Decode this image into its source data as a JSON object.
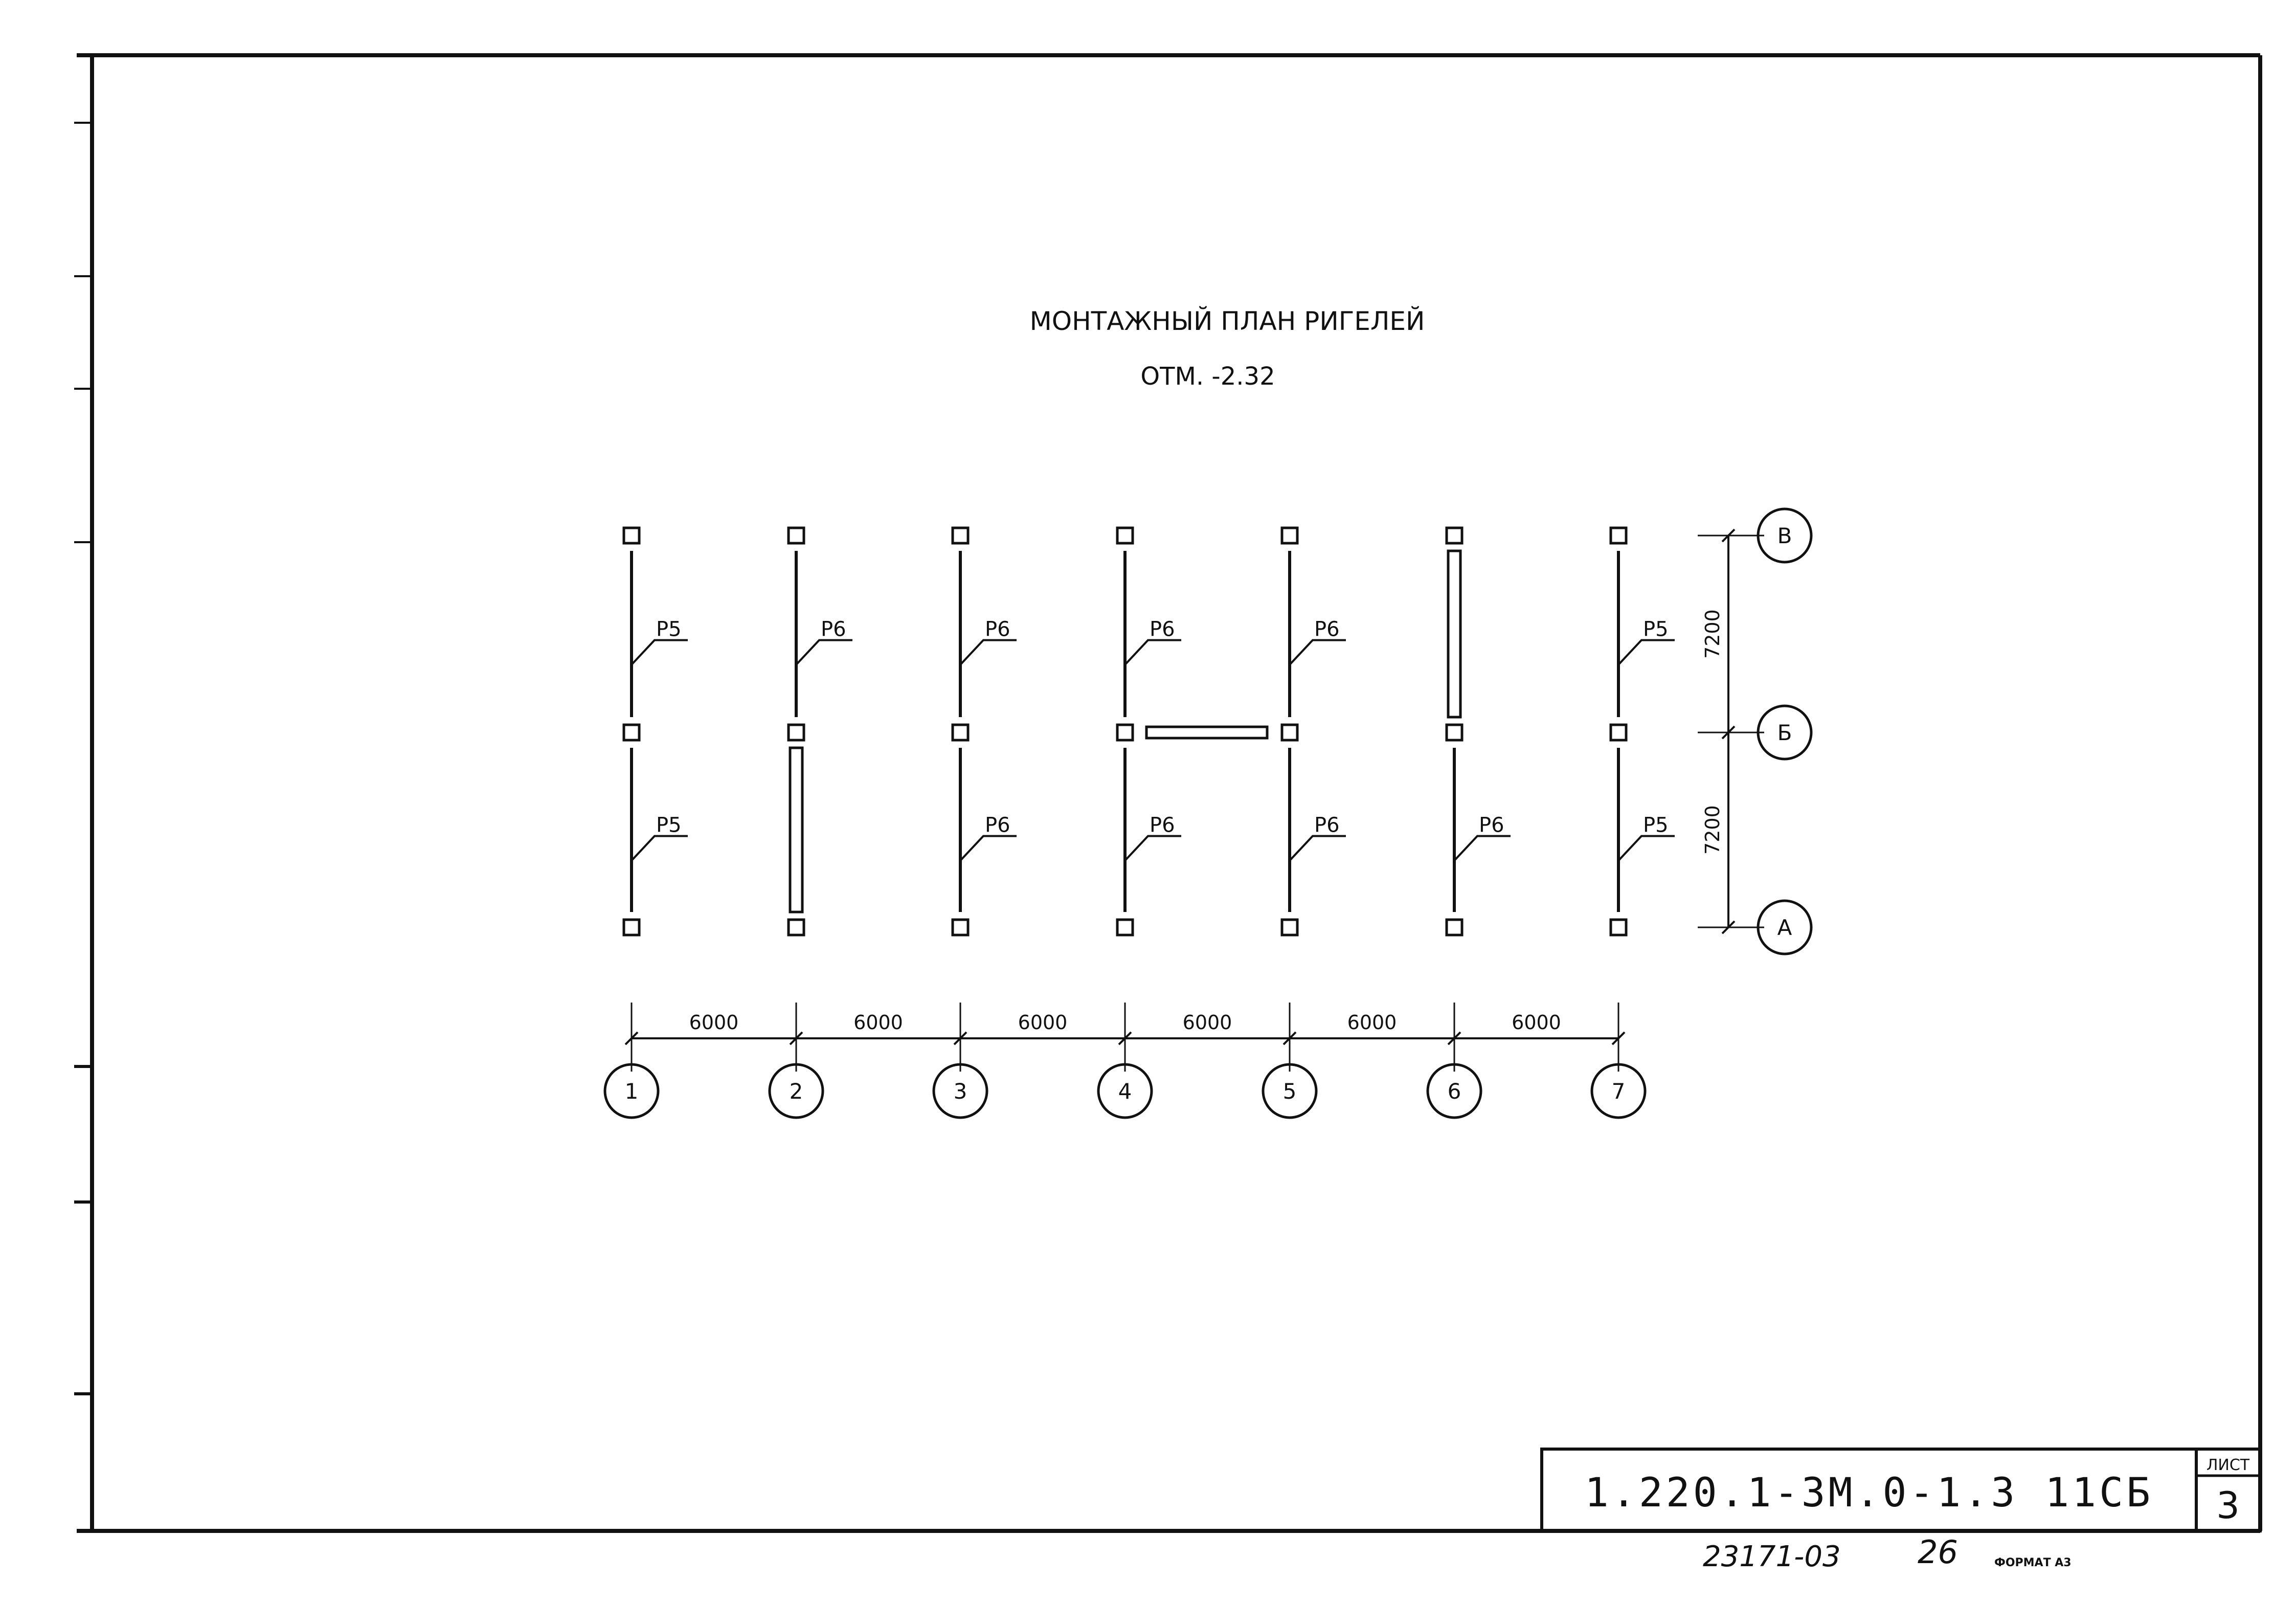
{
  "title": "МОНТАЖНЫЙ ПЛАН РИГЕЛЕЙ",
  "subtitle": "ОТМ. -2.32",
  "column_axes": [
    "1",
    "2",
    "3",
    "4",
    "5",
    "6",
    "7"
  ],
  "row_axes": [
    "В",
    "Б",
    "А"
  ],
  "column_spans": [
    "6000",
    "6000",
    "6000",
    "6000",
    "6000",
    "6000"
  ],
  "row_spans": [
    "7200",
    "7200"
  ],
  "beams_upper": [
    "Р5",
    "Р6",
    "Р6",
    "Р6",
    "Р6",
    "",
    "Р5"
  ],
  "beams_lower": [
    "Р5",
    "",
    "Р6",
    "Р6",
    "Р6",
    "Р6",
    "Р5"
  ],
  "title_block": {
    "code": "1.220.1-3М.0-1.3 11СБ",
    "sheet_label": "ЛИСТ",
    "sheet_number": "3"
  },
  "footer": {
    "inventory": "23171-03",
    "number": "26",
    "format": "ФОРМАТ А3"
  }
}
